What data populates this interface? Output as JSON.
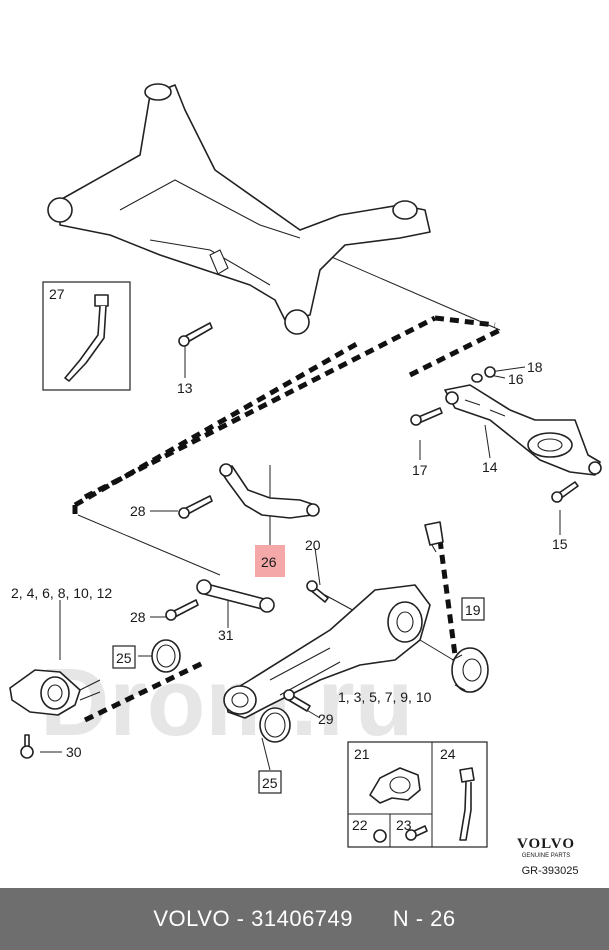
{
  "watermark": "Drom.ru",
  "brand": {
    "logo": "VOLVO",
    "tagline": "GENUINE PARTS",
    "ref": "GR-393025"
  },
  "callouts": {
    "c27": "27",
    "c13": "13",
    "c18": "18",
    "c16": "16",
    "c17": "17",
    "c14": "14",
    "c15": "15",
    "c28a": "28",
    "c26": "26",
    "c20": "20",
    "c2468": "2, 4, 6, 8, 10, 12",
    "c28b": "28",
    "c31": "31",
    "c19": "19",
    "c25a": "25",
    "c1357": "1, 3, 5, 7, 9, 10",
    "c29": "29",
    "c30": "30",
    "c25b": "25",
    "c21": "21",
    "c24": "24",
    "c22": "22",
    "c23": "23"
  },
  "highlight_color": "#f4a8a8",
  "footer": {
    "brand": "VOLVO",
    "sep": " - ",
    "part_number": "31406749",
    "page": "N - 26"
  }
}
